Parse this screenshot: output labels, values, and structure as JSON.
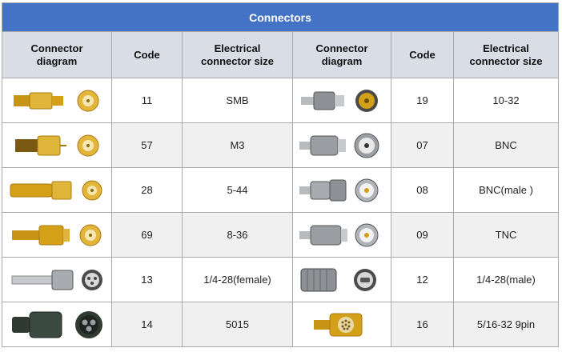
{
  "table": {
    "title": "Connectors",
    "headers": [
      "Connector diagram",
      "Code",
      "Electrical connector size",
      "Connector diagram",
      "Code",
      "Electrical connector size"
    ],
    "header_lines": [
      [
        "Connector",
        "diagram"
      ],
      [
        "Code"
      ],
      [
        "Electrical",
        "connector size"
      ],
      [
        "Connector",
        "diagram"
      ],
      [
        "Code"
      ],
      [
        "Electrical",
        "connector size"
      ]
    ],
    "rows": [
      {
        "left": {
          "icon": "smb-connector-icon",
          "code": "11",
          "size": "SMB"
        },
        "right": {
          "icon": "10-32-connector-icon",
          "code": "19",
          "size": "10-32"
        }
      },
      {
        "left": {
          "icon": "m3-connector-icon",
          "code": "57",
          "size": "M3"
        },
        "right": {
          "icon": "bnc-connector-icon",
          "code": "07",
          "size": "BNC"
        }
      },
      {
        "left": {
          "icon": "5-44-connector-icon",
          "code": "28",
          "size": "5-44"
        },
        "right": {
          "icon": "bnc-male-connector-icon",
          "code": "08",
          "size": "BNC(male )"
        }
      },
      {
        "left": {
          "icon": "8-36-connector-icon",
          "code": "69",
          "size": "8-36"
        },
        "right": {
          "icon": "tnc-connector-icon",
          "code": "09",
          "size": "TNC"
        }
      },
      {
        "left": {
          "icon": "1-4-28-female-connector-icon",
          "code": "13",
          "size": "1/4-28(female)"
        },
        "right": {
          "icon": "1-4-28-male-connector-icon",
          "code": "12",
          "size": "1/4-28(male)"
        }
      },
      {
        "left": {
          "icon": "5015-connector-icon",
          "code": "14",
          "size": "5015"
        },
        "right": {
          "icon": "5-16-32-9pin-connector-icon",
          "code": "16",
          "size": "5/16-32 9pin"
        }
      }
    ]
  },
  "colors": {
    "title_bg": "#4472c4",
    "header_bg": "#d9dde6",
    "alt_row_bg": "#f0f0f0",
    "gold": "#d4a017",
    "silver": "#a8acb0",
    "dark": "#2f3a33"
  }
}
